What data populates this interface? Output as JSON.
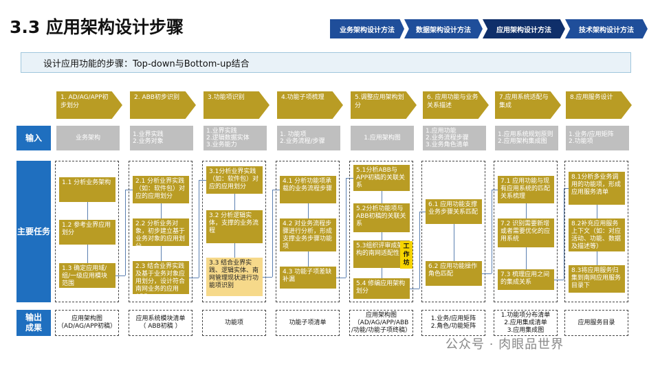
{
  "header": {
    "title": "3.3 应用架构设计步骤"
  },
  "nav": [
    {
      "label": "业务架构设计方法"
    },
    {
      "label": "数据架构设计方法"
    },
    {
      "label": "应用架构设计方法"
    },
    {
      "label": "技术架构设计方法"
    }
  ],
  "subtitle": "设计应用功能的步骤：Top-down与Bottom-up结合",
  "row_labels": {
    "input": "输入",
    "tasks": "主要任务",
    "output": "输出成果"
  },
  "steps": [
    {
      "label": "1. AD/AG/APP初步划分"
    },
    {
      "label": "2. ABB初步识别"
    },
    {
      "label": "3.功能项识别"
    },
    {
      "label": "4.功能子项梳理"
    },
    {
      "label": "5.调整应用架构划分"
    },
    {
      "label": "6. 应用功能与业务关系描述"
    },
    {
      "label": "7.应用系统适配与集成"
    },
    {
      "label": "8.应用服务设计"
    }
  ],
  "inputs": [
    {
      "lines": [
        "业务架构"
      ]
    },
    {
      "lines": [
        "1.业界实践",
        "2.业务对象"
      ]
    },
    {
      "lines": [
        "1.业界实践",
        "2.逻辑数据实体",
        "3.业务能力"
      ]
    },
    {
      "lines": [
        "1. 功能项",
        "2.业务流程/步骤"
      ]
    },
    {
      "lines": [
        "1.应用架构图"
      ]
    },
    {
      "lines": [
        "1.应用功能",
        "2.业务流程步骤",
        "3.业务角色清单"
      ]
    },
    {
      "lines": [
        "1.应用系统规划原则",
        "2.应用架构集成图"
      ]
    },
    {
      "lines": [
        "1.业务/应用矩阵",
        "2.功能项"
      ]
    }
  ],
  "tasks": [
    [
      "1.1 分析业务架构",
      "1.2 参考业界应用划分",
      "1.3 确定应用域/组/一级应用模块范围"
    ],
    [
      "2.1 分析业界实践（如：软件包）对应的应用划分",
      "2.2 分析业务对象，初步建立基于业务对象的应用划分",
      "2.3 结合业界实践及基于业务对象应用划分，设计符合南网业务的应用ABB"
    ],
    [
      "3.1分析业界实践（如：软件包）对应的应用划分",
      "3.2 分析逻辑实体，支撑的业务流程",
      "3.3 结合业界实践、逻辑实体、南网管理现状进行功能项识别"
    ],
    [
      "4.1 分析功能项承载的业务流程步骤",
      "4.2 对业务流程步骤进行分析，形成支撑业务步骤功能项",
      "4.3 功能子项差缺补漏"
    ],
    [
      "5.1分析ABB与APP初稿的关联关系",
      "5.2分析功能项与ABB初稿的关联关系",
      "5.3组织评审成架构的南网适配性",
      "5.4 修编应用架构划分"
    ],
    [
      "6.1 应用功能支撑业务步骤关系匹配",
      "6.2 应用功能操作角色匹配"
    ],
    [
      "7.1 应用功能与现有应用系统的匹配关系梳理",
      "7.2 识别需要新增或者需要优化的应用系统",
      "7.3 梳理应用之间的集成关系"
    ],
    [
      "8.1分析多业务调用的功能项，形成应用服务清单",
      "8.2补充应用服务上下文（如：对应活动、功能、数据及描述等）",
      "8.3将应用服务归集到南网应用服务目录下"
    ]
  ],
  "work_label": "工作坊",
  "outputs": [
    {
      "lines": [
        "应用架构图",
        "（AD/AG/APP初稿）"
      ]
    },
    {
      "lines": [
        "应用系统模块清单",
        "（ ABB初稿 ）"
      ]
    },
    {
      "lines": [
        "功能项"
      ]
    },
    {
      "lines": [
        "功能子项清单"
      ]
    },
    {
      "lines": [
        "应用架构图",
        "（AD/AG/APP/ABB",
        "/功能/功能子项终稿）"
      ]
    },
    {
      "lines": [
        "1.业务/应用矩阵",
        "2.角色/功能矩阵"
      ]
    },
    {
      "lines": [
        "1.功能项分布清单",
        "2.应用集成清单",
        "3.应用集成图"
      ]
    },
    {
      "lines": [
        "应用服务目录"
      ]
    }
  ],
  "watermark": "公众号 · 肉眼品世界",
  "colors": {
    "nav": "#1f4e9a",
    "step": "#b99c24",
    "task_highlight": "#f6d98a",
    "row_label": "#1f6fbf",
    "input_box": "#bfbfbf",
    "workshop": "#f6d400"
  }
}
